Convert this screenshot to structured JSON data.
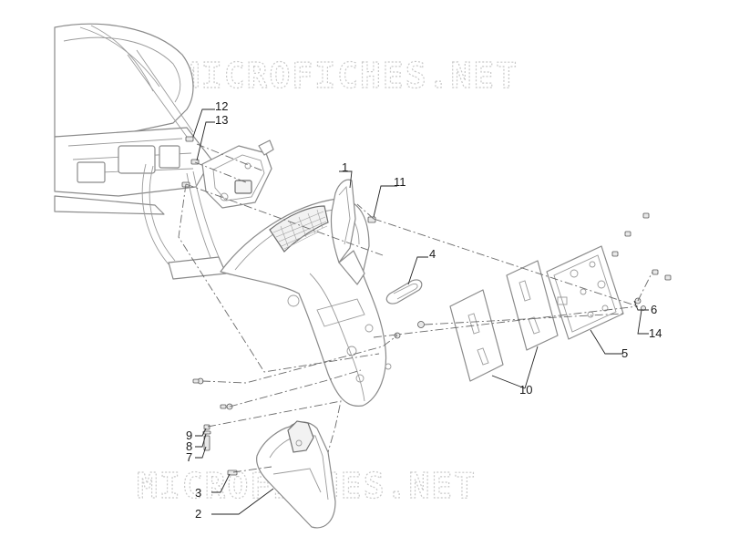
{
  "watermark": {
    "top": "MICROFICHES.NET",
    "bottom": "MICROFICHES.NET"
  },
  "callouts": [
    {
      "id": "1",
      "text": "1"
    },
    {
      "id": "2",
      "text": "2"
    },
    {
      "id": "3",
      "text": "3"
    },
    {
      "id": "4",
      "text": "4"
    },
    {
      "id": "5",
      "text": "5"
    },
    {
      "id": "6",
      "text": "6"
    },
    {
      "id": "7",
      "text": "7"
    },
    {
      "id": "8",
      "text": "8"
    },
    {
      "id": "9",
      "text": "9"
    },
    {
      "id": "10",
      "text": "10"
    },
    {
      "id": "11",
      "text": "11"
    },
    {
      "id": "12",
      "text": "12"
    },
    {
      "id": "13",
      "text": "13"
    },
    {
      "id": "14",
      "text": "14"
    }
  ]
}
